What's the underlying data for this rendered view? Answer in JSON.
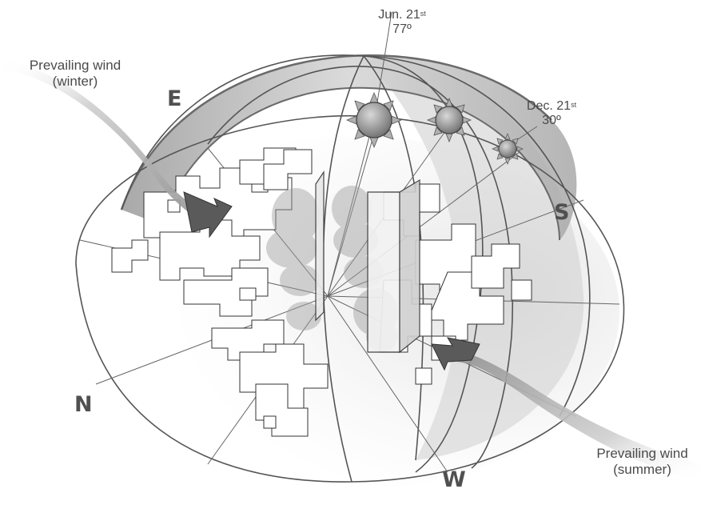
{
  "labels": {
    "wind_winter": {
      "line1": "Prevailing wind",
      "line2": "(winter)"
    },
    "wind_summer": {
      "line1": "Prevailing wind",
      "line2": "(summer)"
    },
    "sun_june": {
      "date": "Jun. 21",
      "suffix": "st",
      "angle": "77º"
    },
    "sun_december": {
      "date": "Dec. 21",
      "suffix": "st",
      "angle": "30º"
    }
  },
  "compass": {
    "east": "E",
    "south": "S",
    "west": "W",
    "north": "N"
  },
  "colors": {
    "dome_outline": "#6a6a6a",
    "sun_path_band": "#bdbdbd",
    "sun_fill": "#8a8a8a",
    "wind_stream": "#c8c8c8",
    "wind_arrow": "#5a5a5a",
    "shadow": "#9e9e9e"
  }
}
